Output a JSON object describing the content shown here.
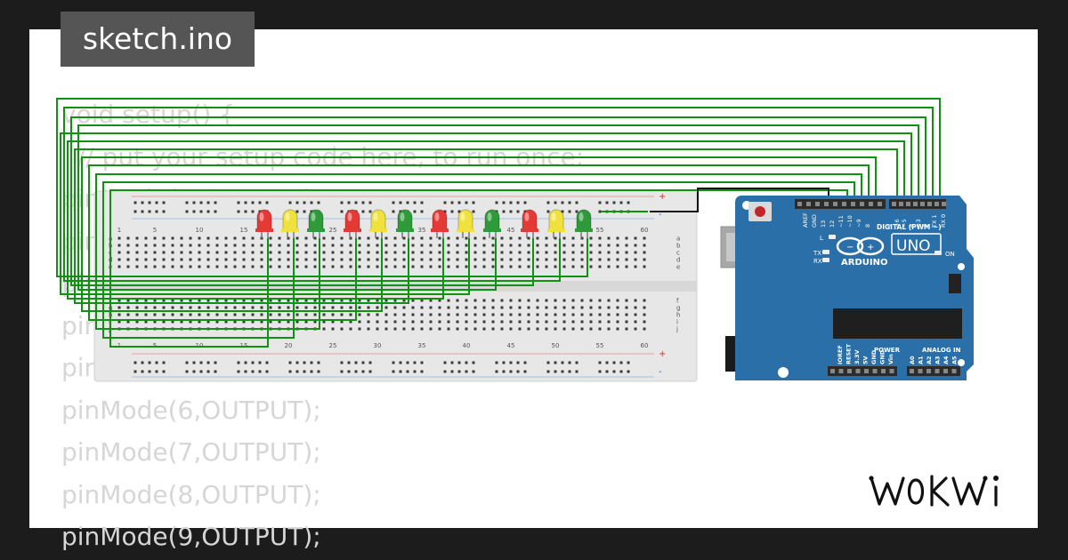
{
  "header": {
    "title": "sketch.ino"
  },
  "code_lines": [
    "void setup() {",
    "  // put your setup code here, to run once:",
    "pinMode(1,OUTPUT);",
    "pinMode(2,OUTPUT);",
    "pinMode(3,OUTPUT);",
    "pinMode(4,OUTPUT);",
    "pinMode(5,OUTPUT);",
    "pinMode(6,OUTPUT);",
    "pinMode(7,OUTPUT);",
    "pinMode(8,OUTPUT);",
    "pinMode(9,OUTPUT);"
  ],
  "breadboard": {
    "column_numbers": [
      "1",
      "5",
      "10",
      "15",
      "20",
      "25",
      "30",
      "35",
      "40",
      "45",
      "50",
      "55",
      "60"
    ],
    "row_letters_top": [
      "a",
      "b",
      "c",
      "d",
      "e"
    ],
    "row_letters_bottom": [
      "f",
      "g",
      "h",
      "i",
      "j"
    ],
    "rail_plus": "+",
    "rail_minus": "-"
  },
  "leds": {
    "colors": [
      "red",
      "yellow",
      "green",
      "red",
      "yellow",
      "green",
      "red",
      "yellow",
      "green",
      "red",
      "yellow",
      "green"
    ],
    "palette": {
      "red": "#e53935",
      "yellow": "#f0e23a",
      "green": "#2e9a3a"
    }
  },
  "arduino": {
    "brand": "ARDUINO",
    "model": "UNO",
    "digital_label": "DIGITAL (PWM ~)",
    "top_pins": [
      "AREF",
      "GND",
      "13",
      "12",
      "~11",
      "~10",
      "~9",
      "8",
      "7",
      "~6",
      "~5",
      "4",
      "~3",
      "2",
      "TX 1",
      "RX 0"
    ],
    "bottom_left_pins": [
      "IOREF",
      "RESET",
      "3.3V",
      "5V",
      "GND",
      "GND",
      "Vin"
    ],
    "bottom_right_pins": [
      "A0",
      "A1",
      "A2",
      "A3",
      "A4",
      "A5"
    ],
    "led_labels": [
      "L",
      "TX",
      "RX",
      "ON"
    ],
    "power_label": "POWER",
    "analog_label": "ANALOG IN",
    "board_color": "#2a6fa8"
  },
  "wire_color": "#119111",
  "logo_text": "WOKWI"
}
